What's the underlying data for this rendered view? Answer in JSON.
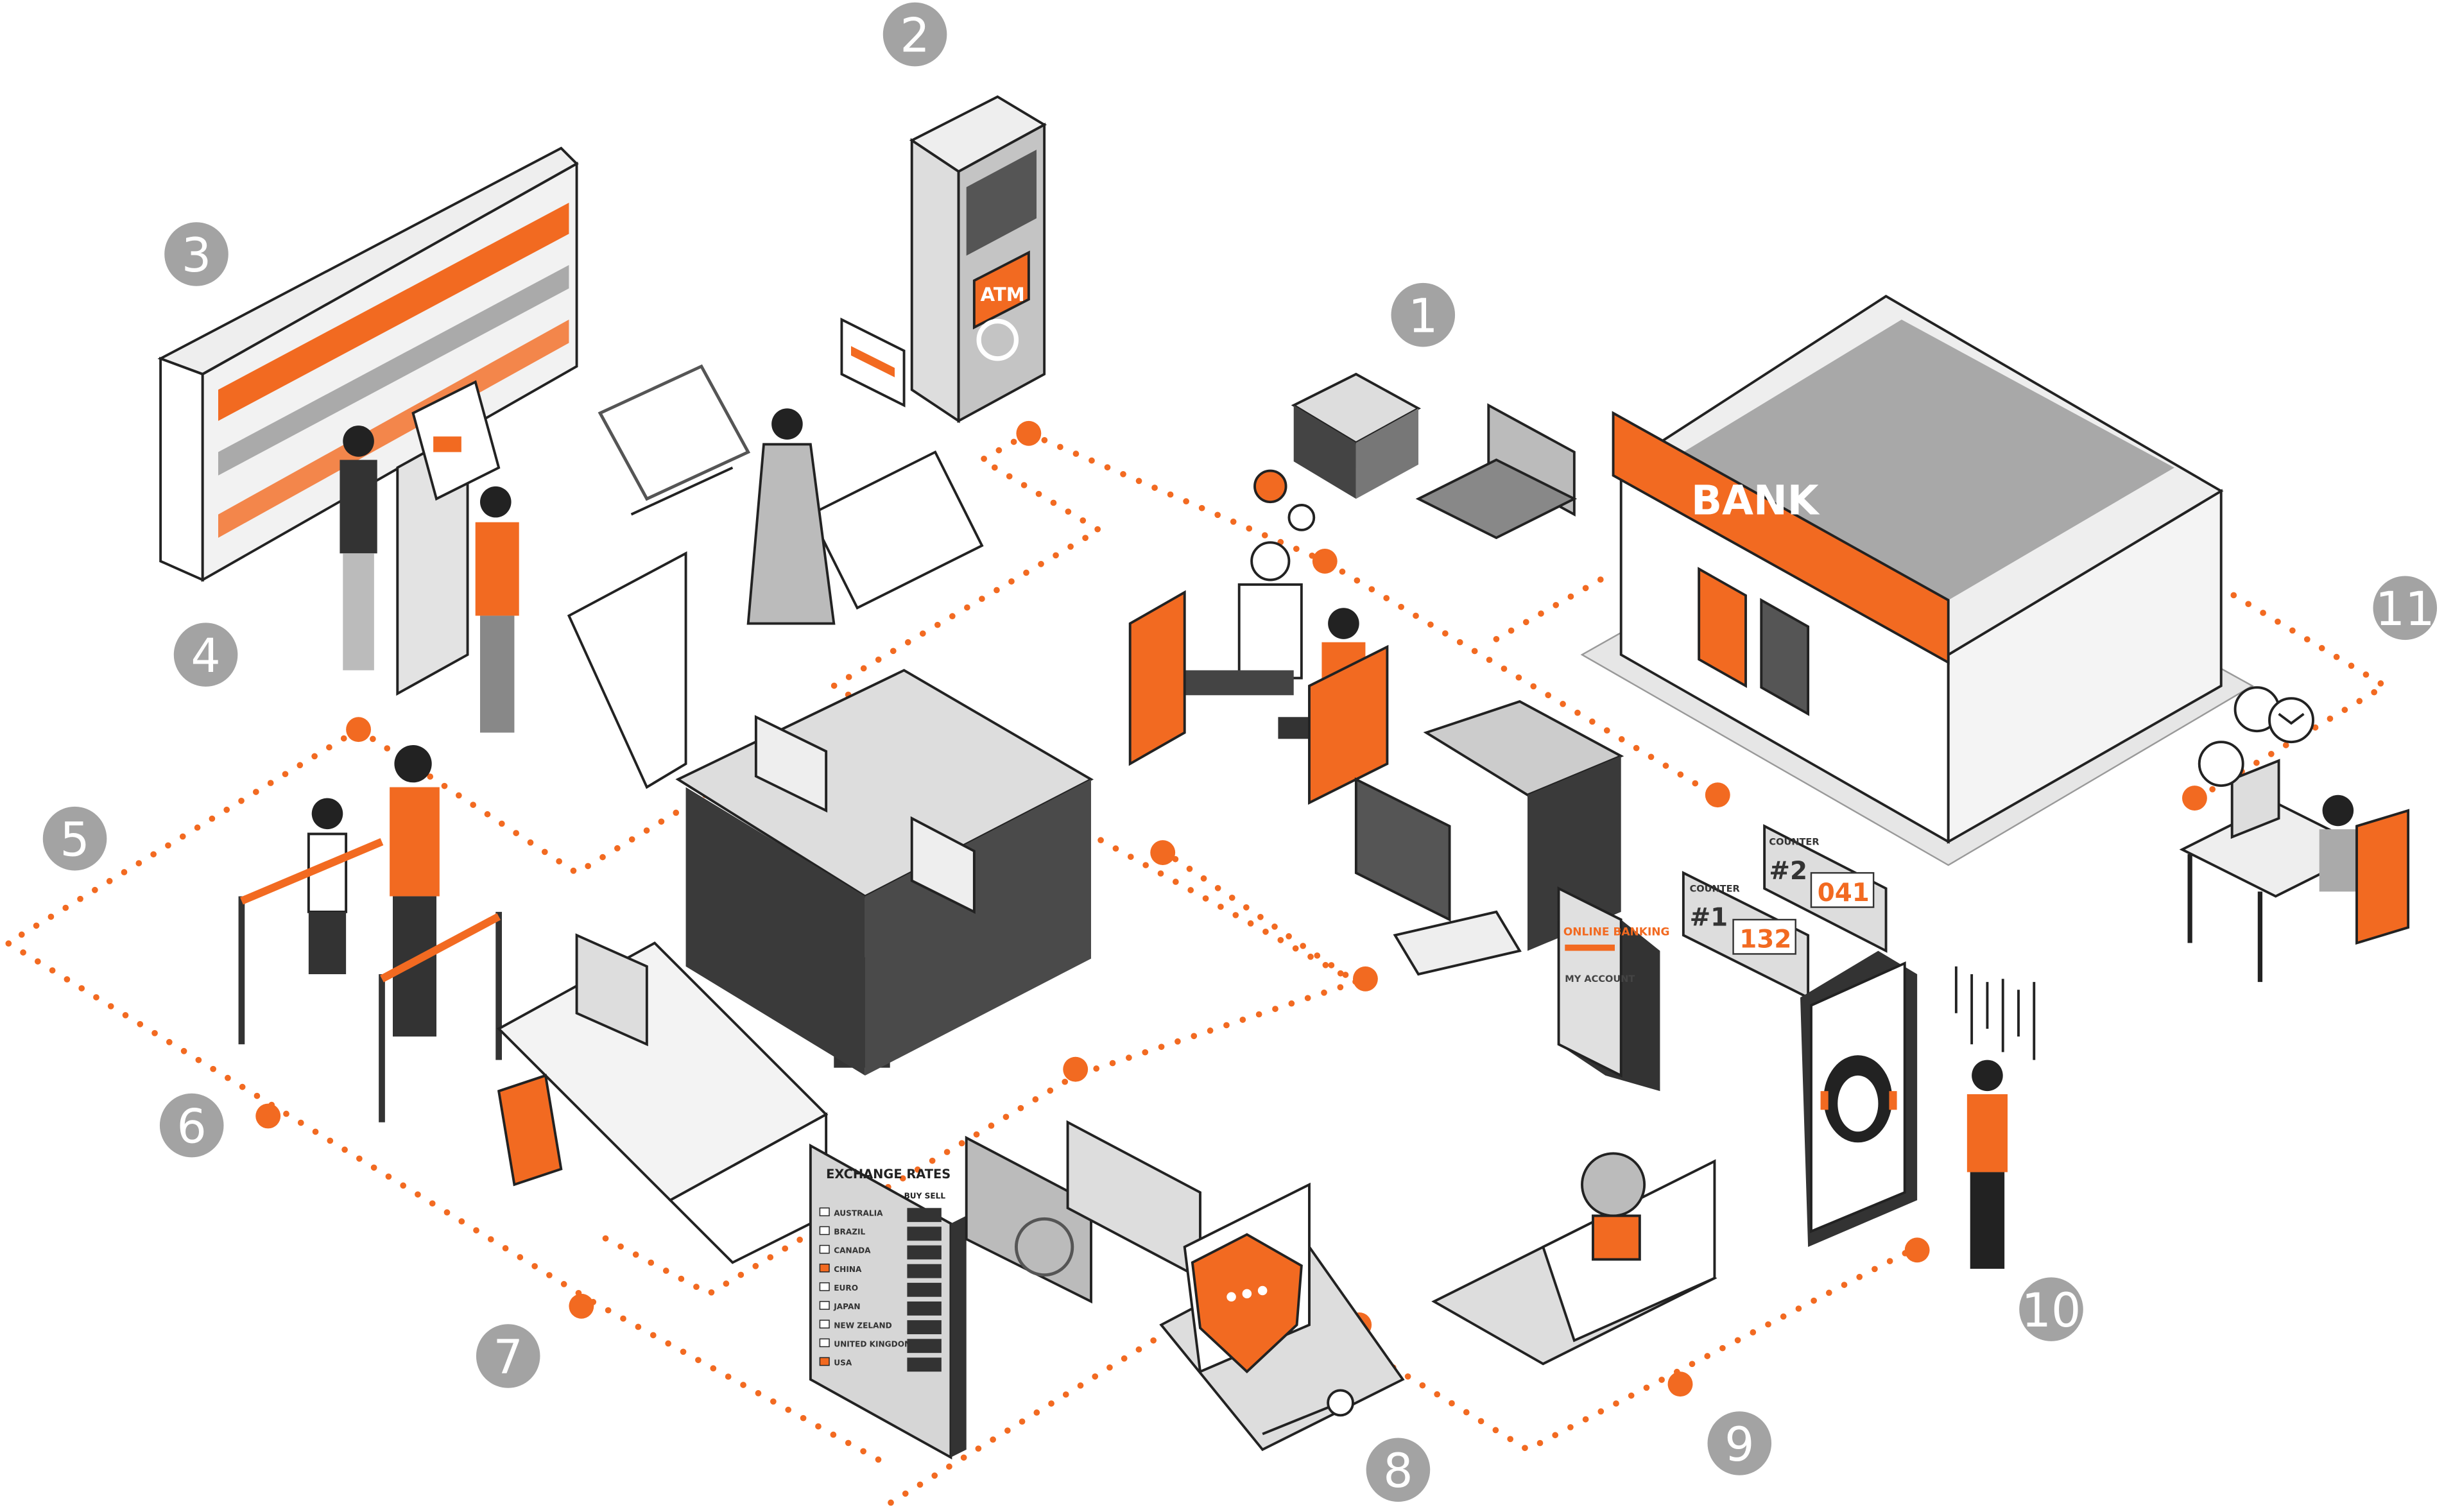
{
  "colors": {
    "accent": "#f26a21",
    "badge": "#a3a3a3",
    "dark": "#3a3a3a",
    "light": "#d6d6d6"
  },
  "badges": [
    "1",
    "2",
    "3",
    "4",
    "5",
    "6",
    "7",
    "8",
    "9",
    "10",
    "11"
  ],
  "bank": {
    "sign": "BANK"
  },
  "atm": {
    "logo": "ATM"
  },
  "phone": {
    "title": "ONLINE BANKING",
    "button": "MY ACCOUNT"
  },
  "counters": [
    {
      "label": "COUNTER",
      "number": "#1",
      "ticket": "132"
    },
    {
      "label": "COUNTER",
      "number": "#2",
      "ticket": "041"
    }
  ],
  "exchange": {
    "title": "EXCHANGE RATES",
    "columns": "BUY SELL",
    "rows": [
      "AUSTRALIA",
      "BRAZIL",
      "CANADA",
      "CHINA",
      "EURO",
      "JAPAN",
      "NEW ZELAND",
      "UNITED KINGDOM",
      "USA"
    ]
  }
}
